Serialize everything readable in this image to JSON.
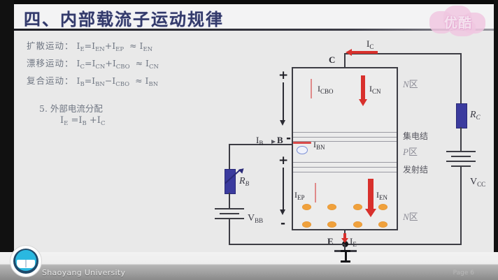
{
  "slide": {
    "title": "四、内部载流子运动规律",
    "watermark": "优酷"
  },
  "formulas": {
    "rows": [
      {
        "label": "扩散运动：",
        "eq_main": "I",
        "eq_text": "I_E = I_EN + I_EP  ≈ I_EN",
        "parts": [
          "I",
          "E",
          "=I",
          "EN",
          "+I",
          "EP",
          "≈ I",
          "EN"
        ]
      },
      {
        "label": "漂移运动：",
        "eq_text": "I_C = I_CN + I_CBO  ≈ I_CN",
        "parts": [
          "I",
          "C",
          "=I",
          "CN",
          "+I",
          "CBO",
          "≈ I",
          "CN"
        ]
      },
      {
        "label": "复合运动：",
        "eq_text": "I_B = I_BN − I_CBO  ≈ I_BN",
        "parts": [
          "I",
          "B",
          "=I",
          "BN",
          "−I",
          "CBO",
          "≈ I",
          "BN"
        ]
      }
    ],
    "section5_title": "5. 外部电流分配",
    "section5_eq_parts": [
      "I",
      "E",
      " = I",
      "B",
      " + I",
      "C"
    ]
  },
  "circuit": {
    "terminals": {
      "collector": "C",
      "base": "B",
      "emitter": "E"
    },
    "currents": {
      "ic": "I",
      "ic_sub": "C",
      "ib": "I",
      "ib_sub": "B",
      "ie": "I",
      "ie_sub": "E",
      "icbo": "I",
      "icbo_sub": "CBO",
      "icn": "I",
      "icn_sub": "CN",
      "ibn": "I",
      "ibn_sub": "BN",
      "iep": "I",
      "iep_sub": "EP",
      "ien": "I",
      "ien_sub": "EN"
    },
    "regions": {
      "n_top": "N区",
      "n_top_italic": "N",
      "n_top_rest": "区",
      "collector_junction": "集电结",
      "p_mid_italic": "P",
      "p_mid_rest": "区",
      "emitter_junction": "发射结",
      "n_bot_italic": "N",
      "n_bot_rest": "区"
    },
    "components": {
      "rb": "R",
      "rb_sub": "B",
      "rc": "R",
      "rc_sub": "C",
      "vbb": "V",
      "vbb_sub": "BB",
      "vcc": "V",
      "vcc_sub": "CC"
    },
    "signs": {
      "cb_plus": "+",
      "cb_minus": "-",
      "be_plus": "+",
      "be_minus": "-",
      "base_minus": "-"
    },
    "colors": {
      "wire": "#3d3d44",
      "resistor": "#3b3b9e",
      "arrow_red": "#d8302c",
      "carrier_dot": "#f0a13c",
      "minority_tick": "#e08a8a"
    }
  },
  "footer": {
    "university": "Shaoyang University",
    "page": "Page 6"
  }
}
